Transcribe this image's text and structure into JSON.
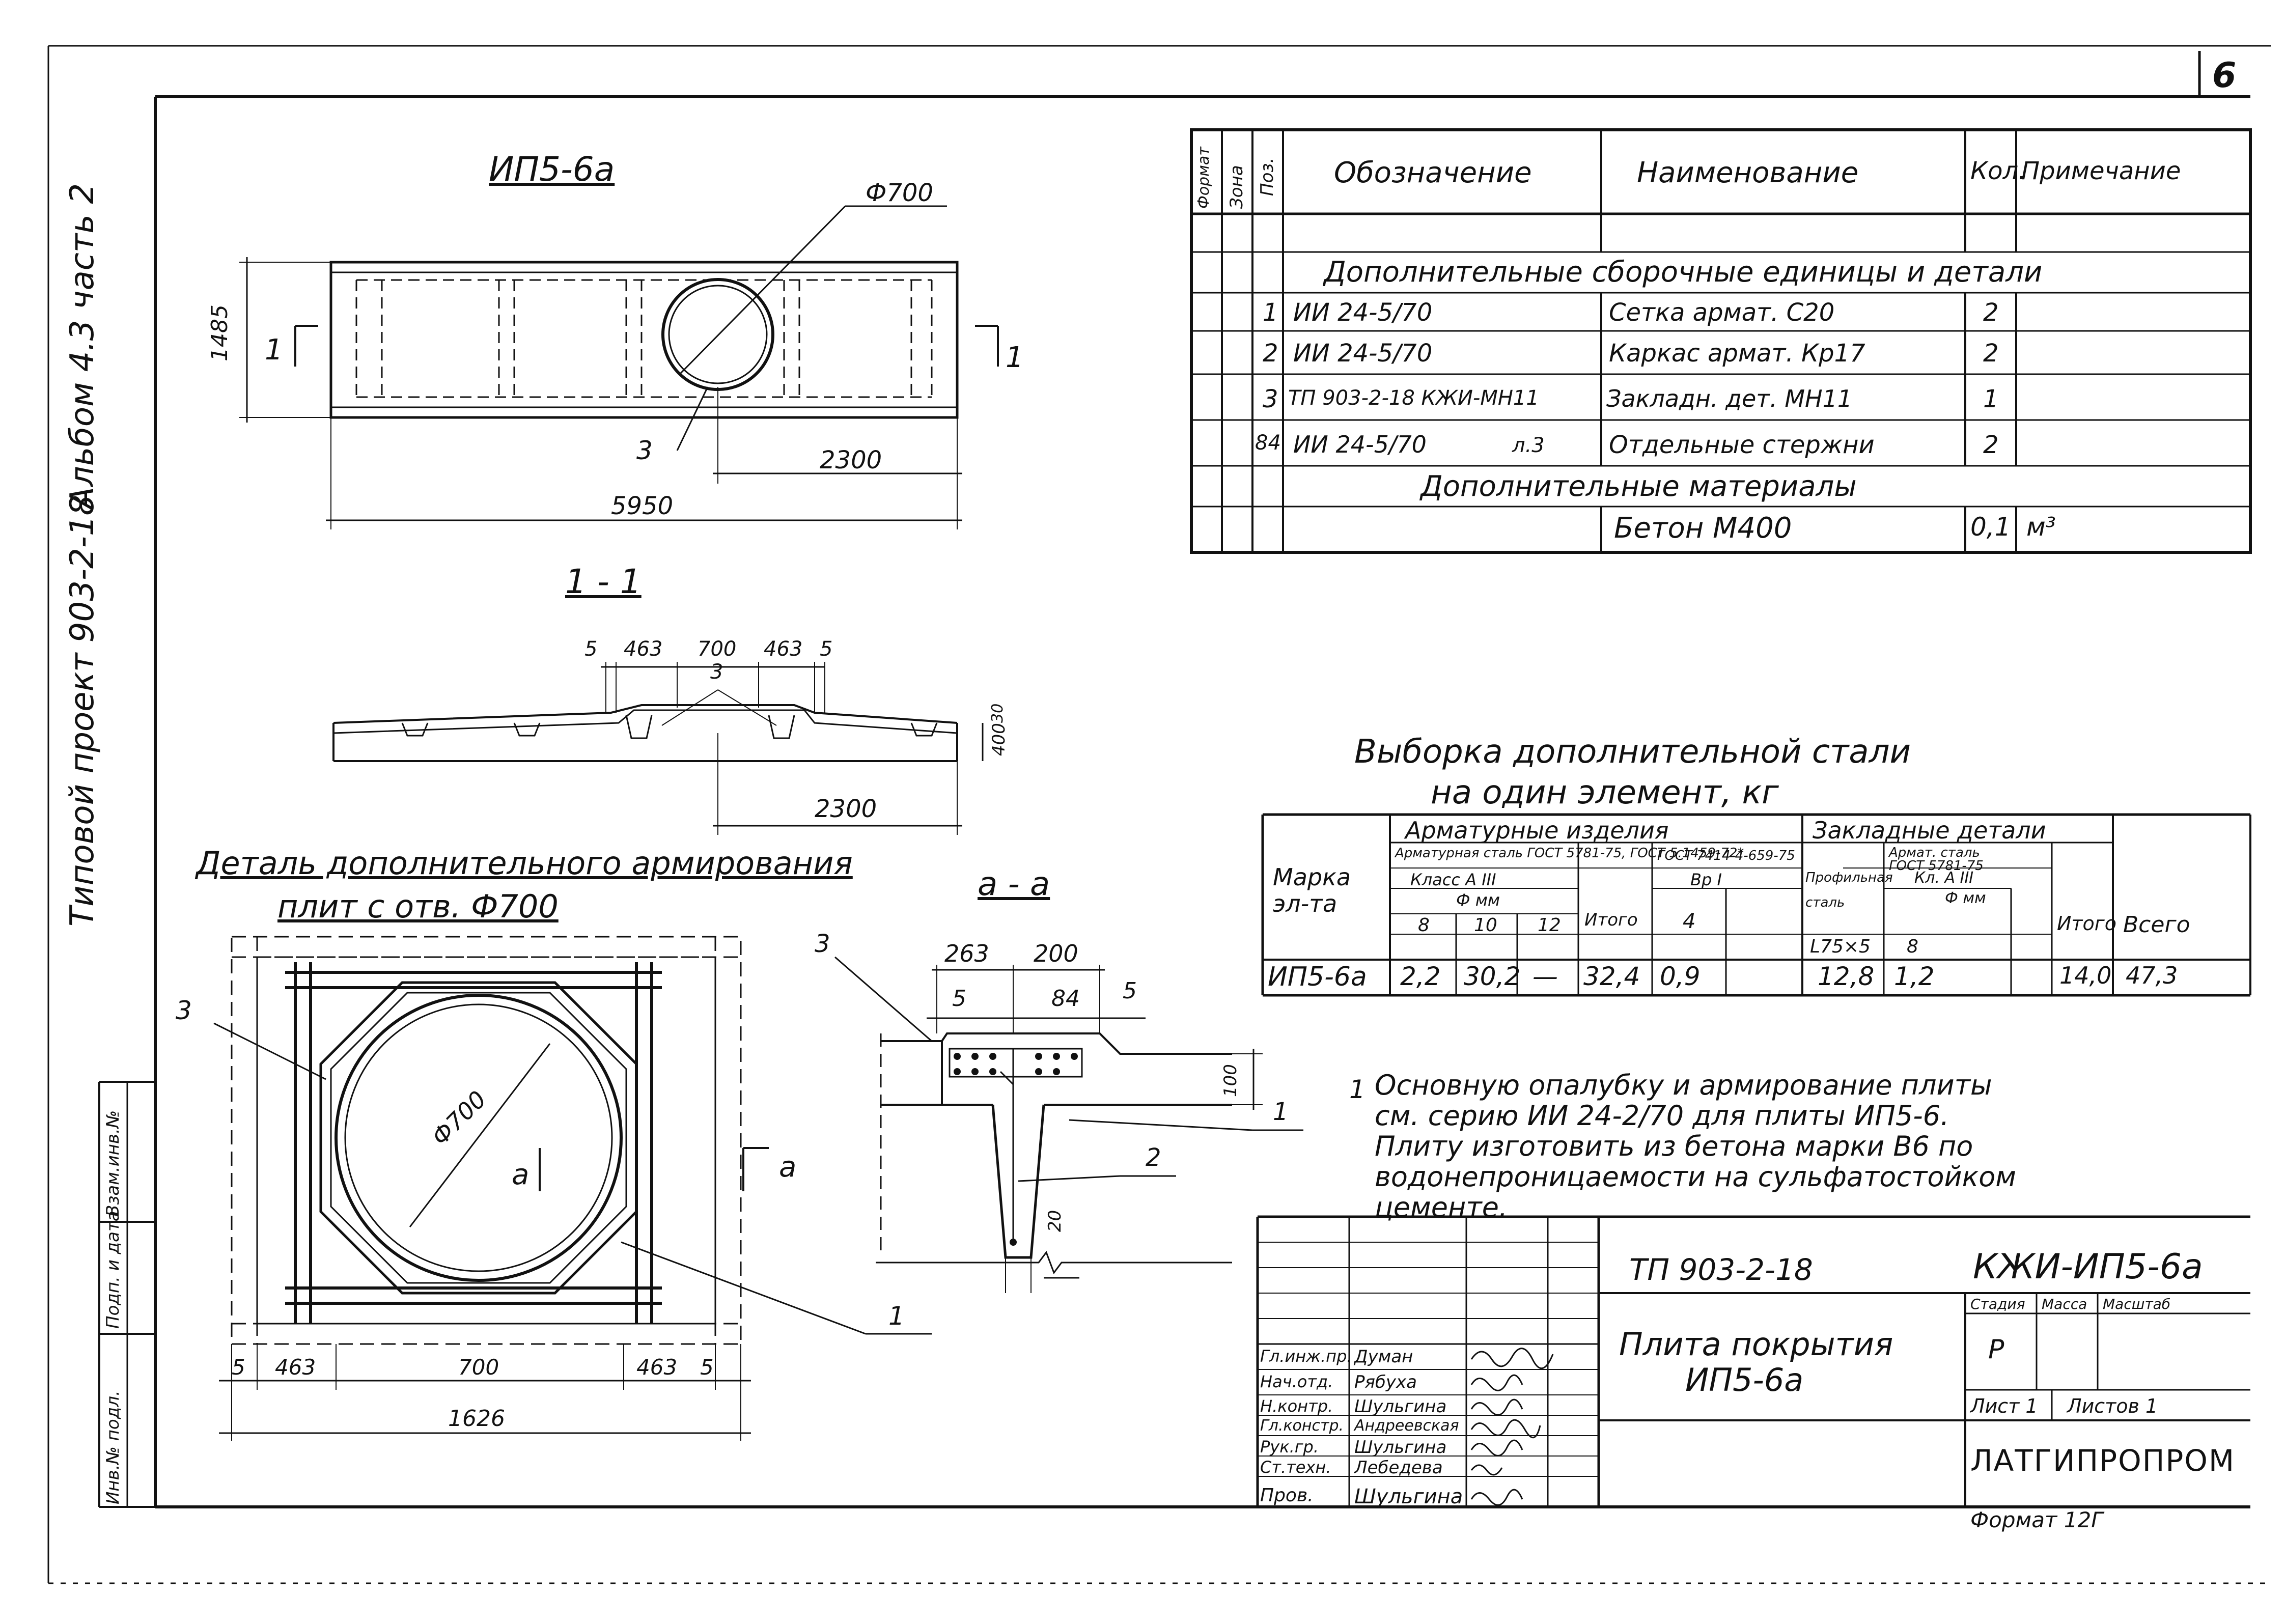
{
  "sheet_number": "6",
  "side_stamp": {
    "album": "Альбом 4.3 часть 2",
    "project": "Типовой проект 903-2-18",
    "stamp_cells": [
      "Инв.№ подл.",
      "Подп. и дата",
      "Взам.инв.№"
    ]
  },
  "plan_view": {
    "title": "ИП5-6а",
    "hole_dim": "Ф700",
    "width_dim": "1485",
    "length_dim": "5950",
    "offset_dim": "2300",
    "section_mark": "1",
    "callout": "3"
  },
  "section_1_1": {
    "title": "1 - 1",
    "dims": [
      "5",
      "463",
      "700",
      "463",
      "5"
    ],
    "callout": "3",
    "height_dim": "400",
    "top_dim": "30",
    "offset_dim": "2300"
  },
  "detail": {
    "title_line1": "Деталь дополнительного армирования",
    "title_line2": "плит с отв. Ф700",
    "hole_label": "Ф700",
    "section_mark": "а",
    "callouts": [
      "3",
      "1"
    ],
    "bottom_dims": [
      "5",
      "463",
      "700",
      "463",
      "5"
    ],
    "total_dim": "1626"
  },
  "section_a_a": {
    "title": "а - а",
    "dims_top": [
      "263",
      "200"
    ],
    "dims_small": [
      "5",
      "84",
      "5"
    ],
    "height_dim": "100",
    "bottom_dim": "20",
    "callouts": [
      "3",
      "1",
      "2"
    ]
  },
  "spec_table": {
    "headers": [
      "Формат",
      "Зона",
      "Поз.",
      "Обозначение",
      "Наименование",
      "Кол.",
      "Примечание"
    ],
    "section1": "Дополнительные сборочные единицы и детали",
    "rows": [
      {
        "pos": "1",
        "designation": "ИИ 24-5/70",
        "extra": "",
        "name": "Сетка армат. С20",
        "qty": "2"
      },
      {
        "pos": "2",
        "designation": "ИИ 24-5/70",
        "extra": "",
        "name": "Каркас армат. Кр17",
        "qty": "2"
      },
      {
        "pos": "3",
        "designation": "ТП 903-2-18  КЖИ-МН11",
        "extra": "",
        "name": "Закладн. дет. МН11",
        "qty": "1"
      },
      {
        "pos": "84",
        "designation": "ИИ 24-5/70",
        "extra": "л.3",
        "name": "Отдельные стержни",
        "qty": "2"
      }
    ],
    "section2": "Дополнительные материалы",
    "material": {
      "name": "Бетон М400",
      "qty": "0,1",
      "note": "м³"
    }
  },
  "steel_table": {
    "title_line1": "Выборка дополнительной стали",
    "title_line2": "на один элемент, кг",
    "col_mark": "Марка эл-та",
    "group1": "Арматурные изделия",
    "group2": "Закладные детали",
    "sub1a": "Арматурная сталь ГОСТ 5781-75, ГОСТ 5.1459-72*",
    "sub1b": "ГОСТ 7414-4-659-75",
    "class1": "Класс А III",
    "class2": "Вр I",
    "diam": "Ф мм",
    "d_values": [
      "8",
      "10",
      "12"
    ],
    "bp_value": "4",
    "itogo": "Итого",
    "profile": "Профильная сталь",
    "profile_size": "L75×5",
    "armstal": "Армат. сталь ГОСТ 5781-75",
    "class3": "Кл. А III",
    "d2": "8",
    "vsego": "Всего",
    "row": {
      "mark": "ИП5-6а",
      "v8": "2,2",
      "v10": "30,2",
      "v12": "—",
      "itogo1": "32,4",
      "bp4": "0,9",
      "blank": "",
      "prof": "12,8",
      "arm8": "1,2",
      "itogo2": "14,0",
      "total": "47,3"
    }
  },
  "notes": {
    "num": "1",
    "lines": [
      "Основную опалубку и армирование плиты",
      "см. серию ИИ 24-2/70 для плиты ИП5-6.",
      "Плиту изготовить из бетона марки В6 по",
      "водонепроницаемости на сульфатостойком",
      "цементе."
    ]
  },
  "title_block": {
    "project_code": "ТП 903-2-18",
    "doc_code": "КЖИ-ИП5-6а",
    "title_line1": "Плита покрытия",
    "title_line2": "ИП5-6а",
    "stage_header": [
      "Стадия",
      "Масса",
      "Масштаб"
    ],
    "stage": "Р",
    "sheet": "Лист 1",
    "sheets": "Листов 1",
    "org": "ЛАТГИПРОПРОМ",
    "format": "Формат 12Г",
    "people": [
      {
        "role": "Гл.инж.пр.",
        "name": "Думан"
      },
      {
        "role": "Нач.отд.",
        "name": "Рябуха"
      },
      {
        "role": "Н.контр.",
        "name": "Шульгина"
      },
      {
        "role": "Гл.констр.",
        "name": "Андреевская"
      },
      {
        "role": "Рук.гр.",
        "name": "Шульгина"
      },
      {
        "role": "Ст.техн.",
        "name": "Лебедева"
      },
      {
        "role": "Пров.",
        "name": "Шульгина"
      }
    ]
  }
}
